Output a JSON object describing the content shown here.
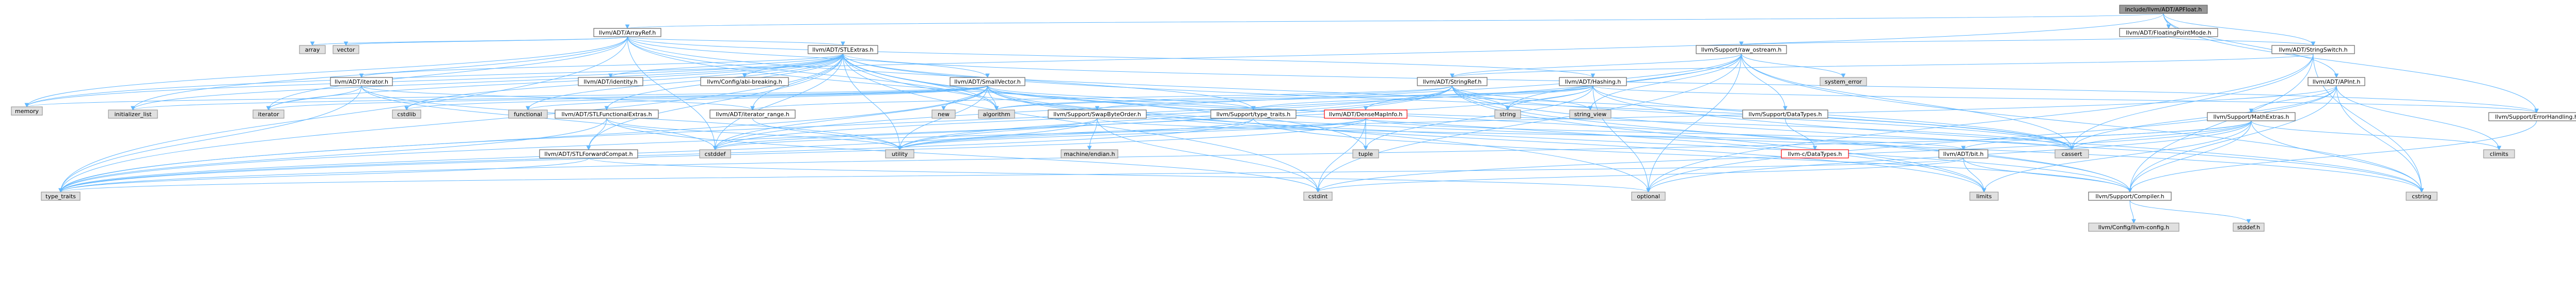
{
  "colors": {
    "edge": "#63b8ff",
    "node_border": "#666666",
    "system_fill": "#e0e0e0",
    "root_fill": "#999999",
    "incomplete_border": "#ff0000"
  },
  "nodes": [
    {
      "id": "root",
      "label": "include/llvm/ADT/APFloat.h",
      "kind": "root"
    },
    {
      "id": "floatmode",
      "label": "llvm/ADT/FloatingPointMode.h",
      "kind": "file"
    },
    {
      "id": "arrayref",
      "label": "llvm/ADT/ArrayRef.h",
      "kind": "file"
    },
    {
      "id": "stringswitch",
      "label": "llvm/ADT/StringSwitch.h",
      "kind": "file"
    },
    {
      "id": "rawostream",
      "label": "llvm/Support/raw_ostream.h",
      "kind": "file"
    },
    {
      "id": "apint",
      "label": "llvm/ADT/APInt.h",
      "kind": "file"
    },
    {
      "id": "stlextras",
      "label": "llvm/ADT/STLExtras.h",
      "kind": "file"
    },
    {
      "id": "array",
      "label": "array",
      "kind": "system"
    },
    {
      "id": "vector",
      "label": "vector",
      "kind": "system"
    },
    {
      "id": "hashing",
      "label": "llvm/ADT/Hashing.h",
      "kind": "file"
    },
    {
      "id": "smallvector",
      "label": "llvm/ADT/SmallVector.h",
      "kind": "file"
    },
    {
      "id": "stringref",
      "label": "llvm/ADT/StringRef.h",
      "kind": "file"
    },
    {
      "id": "iterator",
      "label": "llvm/ADT/iterator.h",
      "kind": "file"
    },
    {
      "id": "identity",
      "label": "llvm/ADT/identity.h",
      "kind": "file"
    },
    {
      "id": "abibreaking",
      "label": "llvm/Config/abi-breaking.h",
      "kind": "file"
    },
    {
      "id": "systemerror",
      "label": "system_error",
      "kind": "system"
    },
    {
      "id": "mathextras",
      "label": "llvm/Support/MathExtras.h",
      "kind": "file"
    },
    {
      "id": "errorhandling",
      "label": "llvm/Support/ErrorHandling.h",
      "kind": "file"
    },
    {
      "id": "memory",
      "label": "memory",
      "kind": "system"
    },
    {
      "id": "initlist",
      "label": "initializer_list",
      "kind": "system"
    },
    {
      "id": "iteratorh",
      "label": "iterator",
      "kind": "system"
    },
    {
      "id": "cstdlib",
      "label": "cstdlib",
      "kind": "system"
    },
    {
      "id": "functional",
      "label": "functional",
      "kind": "system"
    },
    {
      "id": "stlfunctionalextras",
      "label": "llvm/ADT/STLFunctionalExtras.h",
      "kind": "file"
    },
    {
      "id": "iteratorrange",
      "label": "llvm/ADT/iterator_range.h",
      "kind": "file"
    },
    {
      "id": "new",
      "label": "new",
      "kind": "system"
    },
    {
      "id": "algorithm",
      "label": "algorithm",
      "kind": "system"
    },
    {
      "id": "swapbyteorder",
      "label": "llvm/Support/SwapByteOrder.h",
      "kind": "file"
    },
    {
      "id": "typetraitsllvm",
      "label": "llvm/Support/type_traits.h",
      "kind": "file"
    },
    {
      "id": "densemapinfo",
      "label": "llvm/ADT/DenseMapInfo.h",
      "kind": "incomplete"
    },
    {
      "id": "string",
      "label": "string",
      "kind": "system"
    },
    {
      "id": "stringview",
      "label": "string_view",
      "kind": "system"
    },
    {
      "id": "datatypes",
      "label": "llvm/Support/DataTypes.h",
      "kind": "file"
    },
    {
      "id": "bit",
      "label": "llvm/ADT/bit.h",
      "kind": "file"
    },
    {
      "id": "stlforwardcompat",
      "label": "llvm/ADT/STLForwardCompat.h",
      "kind": "file"
    },
    {
      "id": "cstddef",
      "label": "cstddef",
      "kind": "system"
    },
    {
      "id": "utility",
      "label": "utility",
      "kind": "system"
    },
    {
      "id": "machineendian",
      "label": "machine/endian.h",
      "kind": "system"
    },
    {
      "id": "tuple",
      "label": "tuple",
      "kind": "system"
    },
    {
      "id": "llvmdatatypes",
      "label": "llvm-c/DataTypes.h",
      "kind": "incomplete"
    },
    {
      "id": "cassert",
      "label": "cassert",
      "kind": "system"
    },
    {
      "id": "climits",
      "label": "climits",
      "kind": "system"
    },
    {
      "id": "typetraits",
      "label": "type_traits",
      "kind": "system"
    },
    {
      "id": "cstdint",
      "label": "cstdint",
      "kind": "system"
    },
    {
      "id": "optional",
      "label": "optional",
      "kind": "system"
    },
    {
      "id": "limits",
      "label": "limits",
      "kind": "system"
    },
    {
      "id": "compiler",
      "label": "llvm/Support/Compiler.h",
      "kind": "file"
    },
    {
      "id": "cstring",
      "label": "cstring",
      "kind": "system"
    },
    {
      "id": "llvmconfig",
      "label": "llvm/Config/llvm-config.h",
      "kind": "system"
    },
    {
      "id": "stddef",
      "label": "stddef.h",
      "kind": "system"
    }
  ],
  "edges": [
    [
      "root",
      "floatmode"
    ],
    [
      "root",
      "arrayref"
    ],
    [
      "root",
      "apint"
    ],
    [
      "root",
      "errorhandling"
    ],
    [
      "root",
      "memory"
    ],
    [
      "root",
      "stringswitch"
    ],
    [
      "floatmode",
      "rawostream"
    ],
    [
      "floatmode",
      "stringswitch"
    ],
    [
      "stringswitch",
      "stringref"
    ],
    [
      "stringswitch",
      "compiler"
    ],
    [
      "stringswitch",
      "cassert"
    ],
    [
      "stringswitch",
      "cstring"
    ],
    [
      "stringswitch",
      "optional"
    ],
    [
      "arrayref",
      "stlextras"
    ],
    [
      "arrayref",
      "smallvector"
    ],
    [
      "arrayref",
      "array"
    ],
    [
      "arrayref",
      "vector"
    ],
    [
      "arrayref",
      "hashing"
    ],
    [
      "arrayref",
      "compiler"
    ],
    [
      "arrayref",
      "algorithm"
    ],
    [
      "arrayref",
      "cassert"
    ],
    [
      "arrayref",
      "cstddef"
    ],
    [
      "arrayref",
      "initlist"
    ],
    [
      "arrayref",
      "iteratorh"
    ],
    [
      "arrayref",
      "memory"
    ],
    [
      "arrayref",
      "typetraits"
    ],
    [
      "stlextras",
      "stlforwardcompat"
    ],
    [
      "stlextras",
      "stlfunctionalextras"
    ],
    [
      "stlextras",
      "identity"
    ],
    [
      "stlextras",
      "iterator"
    ],
    [
      "stlextras",
      "iteratorrange"
    ],
    [
      "stlextras",
      "abibreaking"
    ],
    [
      "stlextras",
      "errorhandling"
    ],
    [
      "stlextras",
      "algorithm"
    ],
    [
      "stlextras",
      "cassert"
    ],
    [
      "stlextras",
      "cstddef"
    ],
    [
      "stlextras",
      "cstdint"
    ],
    [
      "stlextras",
      "cstdlib"
    ],
    [
      "stlextras",
      "functional"
    ],
    [
      "stlextras",
      "initlist"
    ],
    [
      "stlextras",
      "iteratorh"
    ],
    [
      "stlextras",
      "limits"
    ],
    [
      "stlextras",
      "memory"
    ],
    [
      "stlextras",
      "optional"
    ],
    [
      "stlextras",
      "tuple"
    ],
    [
      "stlextras",
      "typetraits"
    ],
    [
      "stlextras",
      "utility"
    ],
    [
      "stlextras",
      "typetraitsllvm"
    ],
    [
      "stlforwardcompat",
      "optional"
    ],
    [
      "stlforwardcompat",
      "typetraits"
    ],
    [
      "stlfunctionalextras",
      "stlforwardcompat"
    ],
    [
      "stlfunctionalextras",
      "cstdint"
    ],
    [
      "stlfunctionalextras",
      "typetraits"
    ],
    [
      "stlfunctionalextras",
      "utility"
    ],
    [
      "iterator",
      "iteratorrange"
    ],
    [
      "iterator",
      "cstddef"
    ],
    [
      "iterator",
      "iteratorh"
    ],
    [
      "iterator",
      "typetraits"
    ],
    [
      "iterator",
      "utility"
    ],
    [
      "iteratorrange",
      "utility"
    ],
    [
      "hashing",
      "errorhandling"
    ],
    [
      "hashing",
      "swapbyteorder"
    ],
    [
      "hashing",
      "typetraitsllvm"
    ],
    [
      "hashing",
      "algorithm"
    ],
    [
      "hashing",
      "cassert"
    ],
    [
      "hashing",
      "cstring"
    ],
    [
      "hashing",
      "optional"
    ],
    [
      "hashing",
      "string"
    ],
    [
      "hashing",
      "tuple"
    ],
    [
      "hashing",
      "utility"
    ],
    [
      "smallvector",
      "compiler"
    ],
    [
      "smallvector",
      "typetraitsllvm"
    ],
    [
      "smallvector",
      "algorithm"
    ],
    [
      "smallvector",
      "cassert"
    ],
    [
      "smallvector",
      "cstddef"
    ],
    [
      "smallvector",
      "cstdlib"
    ],
    [
      "smallvector",
      "cstring"
    ],
    [
      "smallvector",
      "functional"
    ],
    [
      "smallvector",
      "initlist"
    ],
    [
      "smallvector",
      "iteratorh"
    ],
    [
      "smallvector",
      "limits"
    ],
    [
      "smallvector",
      "memory"
    ],
    [
      "smallvector",
      "new"
    ],
    [
      "smallvector",
      "typetraits"
    ],
    [
      "smallvector",
      "utility"
    ],
    [
      "rawostream",
      "stringref"
    ],
    [
      "rawostream",
      "datatypes"
    ],
    [
      "rawostream",
      "cassert"
    ],
    [
      "rawostream",
      "cstddef"
    ],
    [
      "rawostream",
      "cstdint"
    ],
    [
      "rawostream",
      "cstring"
    ],
    [
      "rawostream",
      "optional"
    ],
    [
      "rawostream",
      "string"
    ],
    [
      "rawostream",
      "stringview"
    ],
    [
      "rawostream",
      "systemerror"
    ],
    [
      "rawostream",
      "typetraits"
    ],
    [
      "stringref",
      "densemapinfo"
    ],
    [
      "stringref",
      "iteratorrange"
    ],
    [
      "stringref",
      "compiler"
    ],
    [
      "stringref",
      "algorithm"
    ],
    [
      "stringref",
      "cassert"
    ],
    [
      "stringref",
      "cstddef"
    ],
    [
      "stringref",
      "cstring"
    ],
    [
      "stringref",
      "limits"
    ],
    [
      "stringref",
      "string"
    ],
    [
      "stringref",
      "stringview"
    ],
    [
      "stringref",
      "typetraits"
    ],
    [
      "stringref",
      "utility"
    ],
    [
      "densemapinfo",
      "cassert"
    ],
    [
      "densemapinfo",
      "cstddef"
    ],
    [
      "densemapinfo",
      "cstdint"
    ],
    [
      "densemapinfo",
      "tuple"
    ],
    [
      "densemapinfo",
      "typetraits"
    ],
    [
      "densemapinfo",
      "utility"
    ],
    [
      "datatypes",
      "llvmdatatypes"
    ],
    [
      "swapbyteorder",
      "bit"
    ],
    [
      "swapbyteorder",
      "cstddef"
    ],
    [
      "swapbyteorder",
      "cstdint"
    ],
    [
      "swapbyteorder",
      "typetraits"
    ],
    [
      "swapbyteorder",
      "machineendian"
    ],
    [
      "bit",
      "compiler"
    ],
    [
      "bit",
      "cstdint"
    ],
    [
      "bit",
      "limits"
    ],
    [
      "bit",
      "typetraits"
    ],
    [
      "typetraitsllvm",
      "compiler"
    ],
    [
      "typetraitsllvm",
      "typetraits"
    ],
    [
      "typetraitsllvm",
      "utility"
    ],
    [
      "apint",
      "mathextras"
    ],
    [
      "apint",
      "compiler"
    ],
    [
      "apint",
      "cassert"
    ],
    [
      "apint",
      "climits"
    ],
    [
      "apint",
      "cstring"
    ],
    [
      "apint",
      "optional"
    ],
    [
      "apint",
      "utility"
    ],
    [
      "mathextras",
      "bit"
    ],
    [
      "mathextras",
      "compiler"
    ],
    [
      "mathextras",
      "cassert"
    ],
    [
      "mathextras",
      "climits"
    ],
    [
      "mathextras",
      "cstdint"
    ],
    [
      "mathextras",
      "cstring"
    ],
    [
      "mathextras",
      "limits"
    ],
    [
      "mathextras",
      "optional"
    ],
    [
      "mathextras",
      "typetraits"
    ],
    [
      "errorhandling",
      "compiler"
    ],
    [
      "compiler",
      "llvmconfig"
    ],
    [
      "compiler",
      "stddef"
    ]
  ]
}
